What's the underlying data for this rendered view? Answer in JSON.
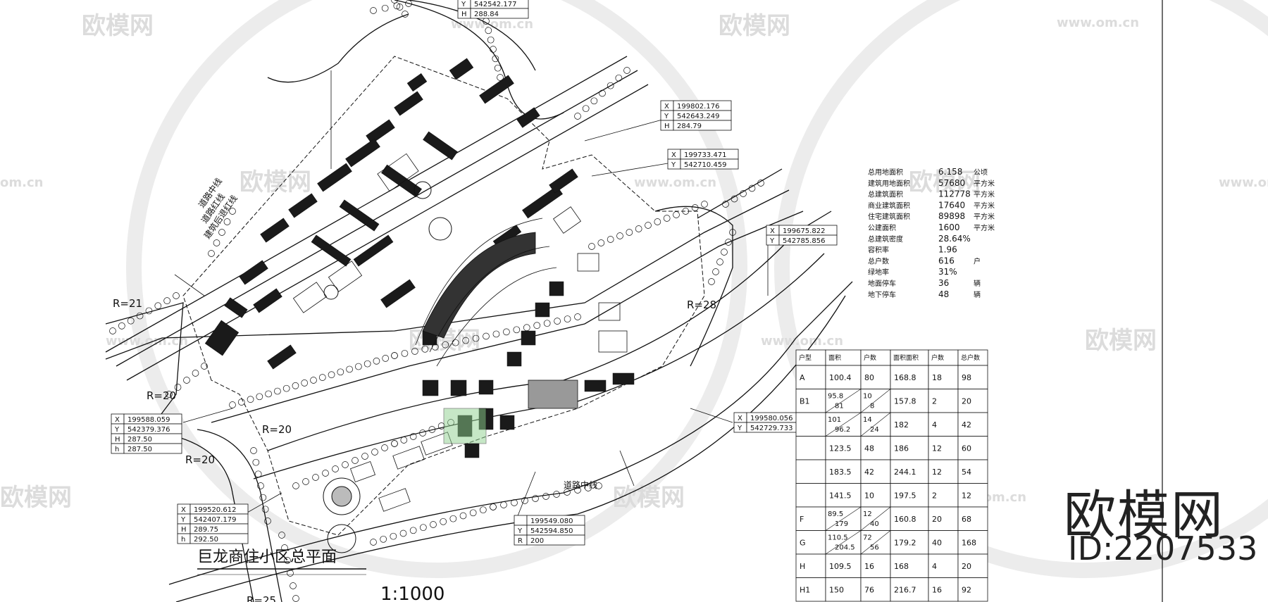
{
  "title": "巨龙商住小区总平面",
  "scale": "1:1000",
  "brand": {
    "name": "欧模网",
    "id": "ID:2207533"
  },
  "watermark": {
    "text": "欧模网",
    "url": "www.om.cn",
    "url_short": "om.cn"
  },
  "radius_labels": [
    "R=21",
    "R=20",
    "R=20",
    "R=20",
    "R=28",
    "R=25"
  ],
  "road_labels": [
    "道路中线",
    "道路红线",
    "建筑后退红线",
    "道路中线"
  ],
  "coord_tables": [
    {
      "rows": [
        [
          "Y",
          "542542.177"
        ],
        [
          "H",
          "288.84"
        ]
      ]
    },
    {
      "rows": [
        [
          "X",
          "199802.176"
        ],
        [
          "Y",
          "542643.249"
        ],
        [
          "H",
          "284.79"
        ]
      ]
    },
    {
      "rows": [
        [
          "X",
          "199733.471"
        ],
        [
          "Y",
          "542710.459"
        ]
      ]
    },
    {
      "rows": [
        [
          "X",
          "199675.822"
        ],
        [
          "Y",
          "542785.856"
        ]
      ]
    },
    {
      "rows": [
        [
          "X",
          "199588.059"
        ],
        [
          "Y",
          "542379.376"
        ],
        [
          "H",
          "287.50"
        ],
        [
          "h",
          "287.50"
        ]
      ]
    },
    {
      "rows": [
        [
          "X",
          "199580.056"
        ],
        [
          "Y",
          "542729.733"
        ]
      ]
    },
    {
      "rows": [
        [
          "X",
          "199520.612"
        ],
        [
          "Y",
          "542407.179"
        ],
        [
          "H",
          "289.75"
        ],
        [
          "h",
          "292.50"
        ]
      ]
    },
    {
      "rows": [
        [
          "",
          "199549.080"
        ],
        [
          "Y",
          "542594.850"
        ],
        [
          "R",
          "200"
        ]
      ]
    }
  ],
  "stats": [
    {
      "label": "总用地面积",
      "value": "6.158",
      "unit": "公顷"
    },
    {
      "label": "建筑用地面积",
      "value": "57680",
      "unit": "平方米"
    },
    {
      "label": "总建筑面积",
      "value": "112778",
      "unit": "平方米"
    },
    {
      "label": "商业建筑面积",
      "value": "17640",
      "unit": "平方米"
    },
    {
      "label": "住宅建筑面积",
      "value": "89898",
      "unit": "平方米"
    },
    {
      "label": "公建面积",
      "value": "1600",
      "unit": "平方米"
    },
    {
      "label": "总建筑密度",
      "value": "28.64%",
      "unit": ""
    },
    {
      "label": "容积率",
      "value": "1.96",
      "unit": ""
    },
    {
      "label": "总户数",
      "value": "616",
      "unit": "户"
    },
    {
      "label": "绿地率",
      "value": "31%",
      "unit": ""
    },
    {
      "label": "地面停车",
      "value": "36",
      "unit": "辆"
    },
    {
      "label": "地下停车",
      "value": "48",
      "unit": "辆"
    }
  ],
  "unit_table": {
    "headers": [
      "户型",
      "面积",
      "户数",
      "面积面积",
      "户数",
      "总户数"
    ],
    "rows": [
      [
        "A",
        "100.4",
        "80",
        "168.8",
        "18",
        "98"
      ],
      [
        "B1",
        "95.8\n81",
        "10\n8",
        "157.8",
        "2",
        "20"
      ],
      [
        "",
        "101\n96.2",
        "14\n24",
        "182",
        "4",
        "42"
      ],
      [
        "",
        "123.5",
        "48",
        "186",
        "12",
        "60"
      ],
      [
        "",
        "183.5",
        "42",
        "244.1",
        "12",
        "54"
      ],
      [
        "",
        "141.5",
        "10",
        "197.5",
        "2",
        "12"
      ],
      [
        "F",
        "89.5\n179",
        "12\n40",
        "160.8",
        "20",
        "68"
      ],
      [
        "G",
        "110.5\n204.5",
        "72\n56",
        "179.2",
        "40",
        "168"
      ],
      [
        "H",
        "109.5",
        "16",
        "168",
        "4",
        "20"
      ],
      [
        "H1",
        "150",
        "76",
        "216.7",
        "16",
        "92"
      ]
    ]
  },
  "colors": {
    "line": "#111111",
    "watermark": "#dcdcdc",
    "accent_green": "#3fae49"
  }
}
